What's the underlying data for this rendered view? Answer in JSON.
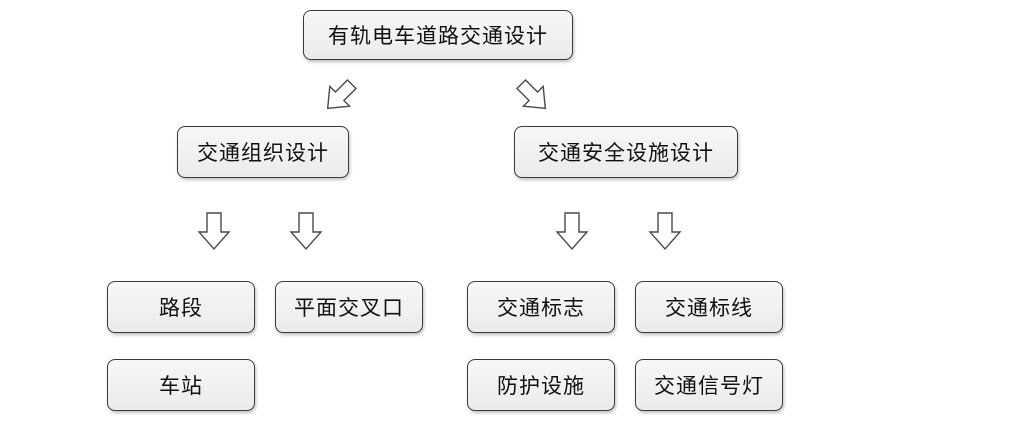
{
  "diagram": {
    "root": "有轨电车道路交通设计",
    "branches": [
      {
        "label": "交通组织设计",
        "children": [
          "路段",
          "平面交叉口",
          "车站"
        ]
      },
      {
        "label": "交通安全设施设计",
        "children": [
          "交通标志",
          "交通标线",
          "防护设施",
          "交通信号灯"
        ]
      }
    ]
  },
  "colors": {
    "node_border": "#3a3a3a",
    "node_fill": "#f0f0f0",
    "arrow_stroke": "#4a4a4a",
    "text": "#111111"
  }
}
